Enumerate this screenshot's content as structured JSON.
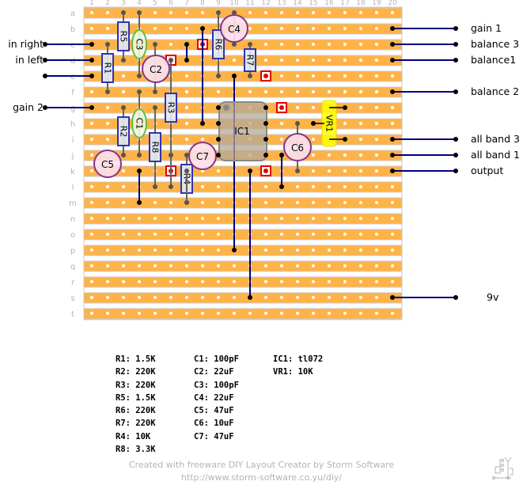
{
  "app": "DIY Layout Creator",
  "board": {
    "columns": [
      "1",
      "2",
      "3",
      "4",
      "5",
      "6",
      "7",
      "8",
      "9",
      "10",
      "11",
      "12",
      "13",
      "14",
      "15",
      "16",
      "17",
      "18",
      "19",
      "20"
    ],
    "rows": [
      "a",
      "b",
      "c",
      "d",
      "e",
      "f",
      "g",
      "h",
      "i",
      "j",
      "k",
      "l",
      "m",
      "n",
      "o",
      "p",
      "q",
      "r",
      "s",
      "t"
    ],
    "colors": {
      "strip": "#ffb347",
      "strip_edge": "#c8c8c8",
      "wire": "#000080",
      "lead": "#646464",
      "cut_red": "#e00000",
      "grid_label": "#b4b4b4"
    }
  },
  "connections_left": [
    {
      "label": "in right",
      "row": "c"
    },
    {
      "label": "in left",
      "row": "d"
    },
    {
      "label": "",
      "row": "e"
    },
    {
      "label": "gain 2",
      "row": "g"
    }
  ],
  "connections_right": [
    {
      "label": "gain 1",
      "row": "b"
    },
    {
      "label": "balance 3",
      "row": "c"
    },
    {
      "label": "balance1",
      "row": "d"
    },
    {
      "label": "balance 2",
      "row": "f"
    },
    {
      "label": "all band 3",
      "row": "i"
    },
    {
      "label": "all band 1",
      "row": "j"
    },
    {
      "label": "output",
      "row": "k"
    },
    {
      "label": "9v",
      "row": "s"
    }
  ],
  "components": {
    "resistors": [
      {
        "id": "R1",
        "col": 2,
        "from": "c",
        "to": "f"
      },
      {
        "id": "R5",
        "col": 3,
        "from": "a",
        "to": "d"
      },
      {
        "id": "R2",
        "col": 3,
        "from": "g",
        "to": "j"
      },
      {
        "id": "R3",
        "col": 6,
        "from": "d",
        "to": "j"
      },
      {
        "id": "R8",
        "col": 5,
        "from": "g",
        "to": "l"
      },
      {
        "id": "R4",
        "col": 7,
        "from": "j",
        "to": "m"
      },
      {
        "id": "R6",
        "col": 9,
        "from": "a",
        "to": "e"
      },
      {
        "id": "R7",
        "col": 11,
        "from": "c",
        "to": "e"
      }
    ],
    "film_caps": [
      {
        "id": "C3",
        "col": 4,
        "from": "a",
        "to": "e"
      },
      {
        "id": "C1",
        "col": 4,
        "from": "f",
        "to": "j"
      }
    ],
    "electrolytics": [
      {
        "id": "C2",
        "col": 5,
        "row": "d"
      },
      {
        "id": "C4",
        "col": 10,
        "row": "b"
      },
      {
        "id": "C5",
        "col": 2,
        "row": "j"
      },
      {
        "id": "C7",
        "col": 8,
        "row": "j"
      },
      {
        "id": "C6",
        "col": 14,
        "row": "i"
      }
    ],
    "ic": {
      "id": "IC1"
    },
    "pot": {
      "id": "VR1"
    }
  },
  "parts_list": {
    "col1": [
      "R1: 1.5K",
      "R2: 220K",
      "R3: 220K",
      "R5: 1.5K",
      "R6: 220K",
      "R7: 220K",
      "R4: 10K",
      "R8: 3.3K"
    ],
    "col2": [
      "C1: 100pF",
      "C2: 22uF",
      "C3: 100pF",
      "C4: 22uF",
      "C5: 47uF",
      "C6: 10uF",
      "C7: 47uF"
    ],
    "col3": [
      "IC1: tl072",
      "VR1: 10K"
    ]
  },
  "footer": {
    "line1": "Created with freeware DIY Layout Creator by Storm Software",
    "line2": "http://www.storm-software.co.yu/diy/"
  }
}
